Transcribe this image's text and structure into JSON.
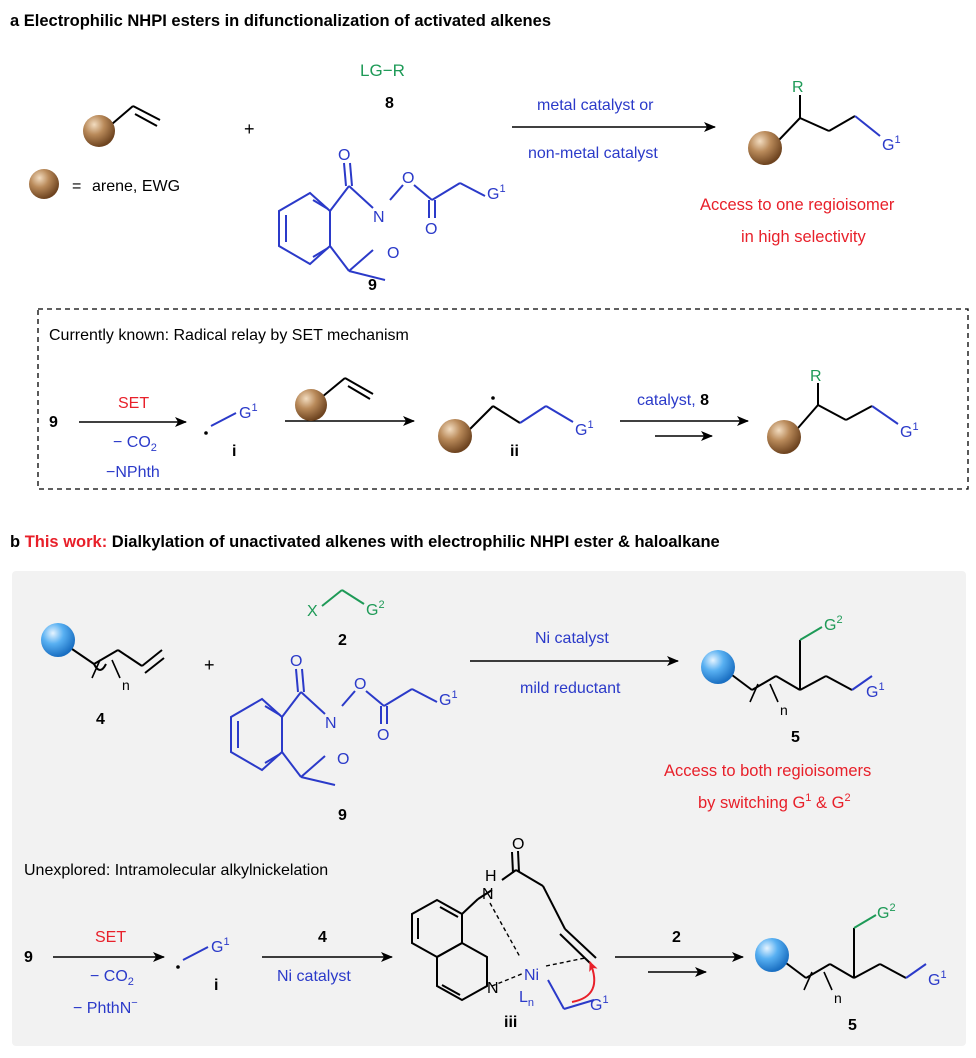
{
  "section_a": {
    "label": "a",
    "title": "Electrophilic NHPI esters in difunctionalization of activated alkenes",
    "legend_eq": "=",
    "legend_text": "arene, EWG",
    "plus": "+",
    "reagent_8": {
      "leaving_group": "LG",
      "dash": "−",
      "r": "R",
      "number": "8"
    },
    "reagent_9": {
      "o": "O",
      "n": "N",
      "g1": "G",
      "sup": "1",
      "number": "9"
    },
    "arrow_top": "metal catalyst or",
    "arrow_bottom": "non-metal catalyst",
    "product": {
      "r": "R",
      "g": "G",
      "sup": "1"
    },
    "outcome_line1": "Access to one regioisomer",
    "outcome_line2": "in high selectivity",
    "box": {
      "title": "Currently known: Radical relay by SET mechanism",
      "start": "9",
      "set": "SET",
      "minus_co2": "− CO",
      "co2_sub": "2",
      "minus_nphth": "−NPhth",
      "radical_i": "i",
      "radical_ii": "ii",
      "catalyst": "catalyst,",
      "catalyst_num": "8",
      "g": "G",
      "sup": "1",
      "r": "R"
    }
  },
  "section_b": {
    "label": "b",
    "this_work": "This work:",
    "title": "Dialkylation of unactivated alkenes with electrophilic NHPI ester & haloalkane",
    "plus": "+",
    "substrate_4": {
      "n": "n",
      "number": "4"
    },
    "reagent_2": {
      "x": "X",
      "g": "G",
      "sup": "2",
      "number": "2"
    },
    "reagent_9": {
      "o": "O",
      "n": "N",
      "g": "G",
      "sup": "1",
      "number": "9"
    },
    "arrow_top": "Ni catalyst",
    "arrow_bottom": "mild reductant",
    "product_5": {
      "n": "n",
      "g2": "G",
      "g2_sup": "2",
      "g1": "G",
      "g1_sup": "1",
      "number": "5"
    },
    "outcome_line1": "Access to both regioisomers",
    "outcome_line2_pre": "by switching G",
    "outcome_sup1": "1",
    "outcome_mid": " & G",
    "outcome_sup2": "2",
    "unexplored": "Unexplored: Intramolecular alkylnickelation",
    "mech": {
      "start": "9",
      "set": "SET",
      "minus_co2": "− CO",
      "co2_sub": "2",
      "minus_phthn": "− PhthN",
      "phthn_sup": "−",
      "radical_i": "i",
      "arrow2_top": "4",
      "arrow2_bottom": "Ni catalyst",
      "int_iii": "iii",
      "h": "H",
      "n": "N",
      "o": "O",
      "ni": "Ni",
      "ln": "L",
      "ln_sub": "n",
      "arrow3_top": "2",
      "n_sub": "n",
      "number": "5",
      "g": "G",
      "sup1": "1",
      "sup2": "2"
    }
  },
  "colors": {
    "blue": "#2b3ac9",
    "green": "#1e9a57",
    "red": "#e8202a",
    "brown": "#9a6a3c",
    "light_blue": "#4aa6f0",
    "panel_gray": "#f2f2f2"
  }
}
